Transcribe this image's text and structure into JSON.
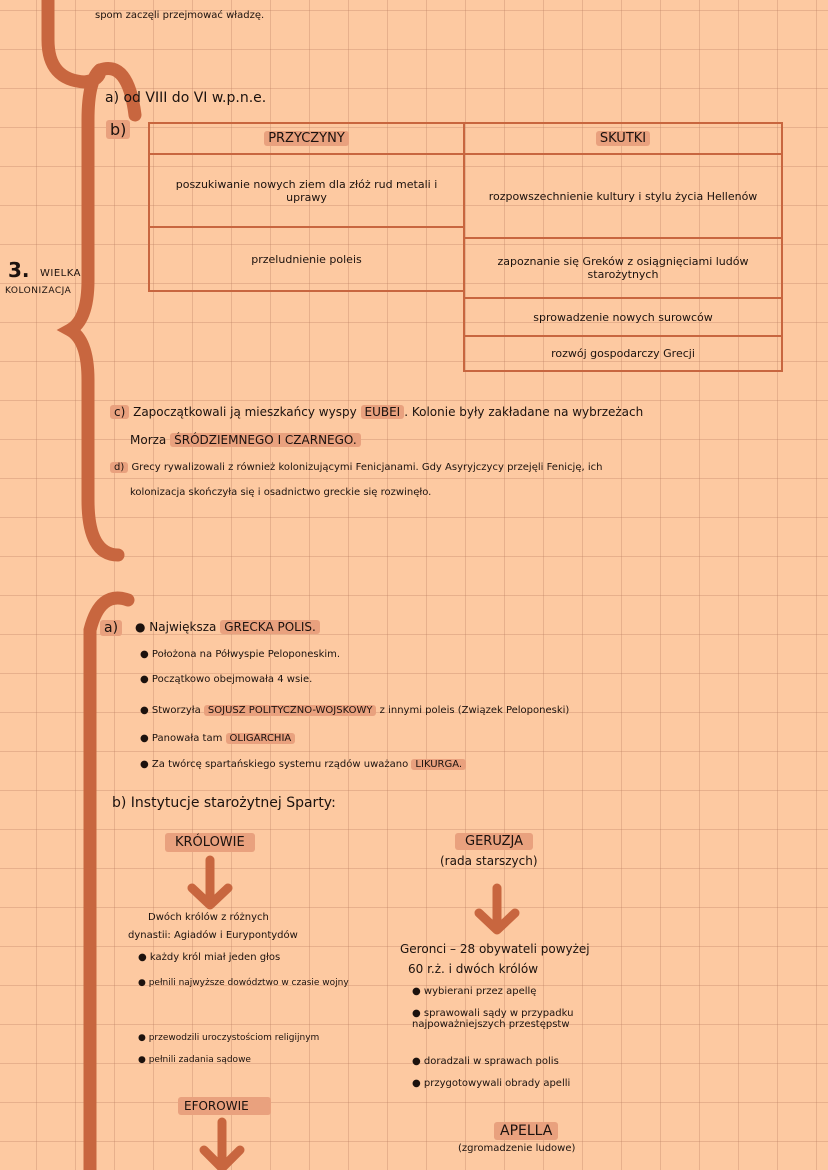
{
  "top": {
    "fragment": "spom zaczęli przejmować władzę."
  },
  "section3": {
    "number": "3.",
    "title_line1": "WIELKA",
    "title_line2": "KOLONIZACJA",
    "a": "a) od VIII do VI w.p.n.e.",
    "b_label": "b)",
    "table": {
      "headers": [
        "PRZYCZYNY",
        "SKUTKI"
      ],
      "causes": [
        "poszukiwanie nowych ziem dla złóż rud metali i uprawy",
        "przeludnienie poleis"
      ],
      "effects": [
        "rozpowszechnienie kultury i stylu życia Hellenów",
        "zapoznanie się Greków z osiągnięciami ludów starożytnych",
        "sprowadzenie nowych surowców",
        "rozwój gospodarczy Grecji"
      ]
    },
    "c": {
      "label": "c)",
      "text1": "Zapoczątkowali ją mieszkańcy wyspy",
      "hl1": "EUBEI",
      "text2": ". Kolonie były zakładane na wybrzeżach",
      "text3": "Morza",
      "hl2": "ŚRÓDZIEMNEGO I CZARNEGO."
    },
    "d": {
      "label": "d)",
      "line1": "Grecy rywalizowali z również kolonizującymi Fenicjanami. Gdy Asyryjczycy przejęli Fenicję, ich",
      "line2": "kolonizacja skończyła się i osadnictwo greckie się rozwinęło."
    }
  },
  "section4": {
    "a_label": "a)",
    "bullets": [
      {
        "text": "Największa",
        "hl": "GRECKA POLIS.",
        "after": ""
      },
      {
        "text": "Położona na Półwyspie Peloponeskim.",
        "hl": "",
        "after": ""
      },
      {
        "text": "Początkowo obejmowała 4 wsie.",
        "hl": "",
        "after": ""
      },
      {
        "text": "Stworzyła",
        "hl": "SOJUSZ POLITYCZNO-WOJSKOWY",
        "after": "z innymi poleis (Związek Peloponeski)"
      },
      {
        "text": "Panowała tam",
        "hl": "OLIGARCHIA",
        "after": ""
      },
      {
        "text": "Za twórcę spartańskiego systemu rządów uważano",
        "hl": "LIKURGA.",
        "after": ""
      }
    ],
    "b": "b) Instytucje starożytnej Sparty:",
    "krolowie": {
      "title": "KRÓLOWIE",
      "desc1": "Dwóch królów z różnych",
      "desc2": "dynastii: Agiadów i Eurypontydów",
      "items": [
        "każdy król miał jeden głos",
        "pełnili najwyższe dowództwo w czasie wojny",
        "przewodzili uroczystościom religijnym",
        "pełnili zadania sądowe"
      ]
    },
    "geruzja": {
      "title": "GERUZJA",
      "subtitle": "(rada starszych)",
      "desc1": "Geronci – 28 obywateli powyżej",
      "desc2": "60 r.ż. i dwóch królów",
      "items": [
        "wybierani przez apellę",
        "sprawowali sądy w przypadku najpoważniejszych przestępstw",
        "doradzali w sprawach polis",
        "przygotowywali obrady apelli"
      ]
    },
    "eforowie": {
      "title": "EFOROWIE"
    },
    "apella": {
      "title": "APELLA",
      "subtitle": "(zgromadzenie ludowe)"
    }
  },
  "colors": {
    "background": "#fdc9a1",
    "accent": "#c8663f",
    "highlight": "#e9a17e"
  }
}
